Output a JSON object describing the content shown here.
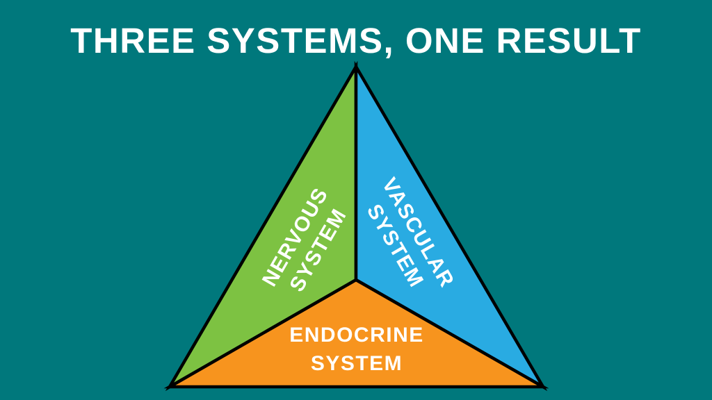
{
  "title": "THREE SYSTEMS, ONE RESULT",
  "colors": {
    "background": "#00787C",
    "outline": "#000000",
    "text": "#FFFFFF"
  },
  "sections": [
    {
      "label": "NERVOUS SYSTEM",
      "lines": [
        "NERVOUS",
        "SYSTEM"
      ],
      "color": "#7DC242"
    },
    {
      "label": "VASCULAR SYSTEM",
      "lines": [
        "VASCULAR",
        "SYSTEM"
      ],
      "color": "#29ABE2"
    },
    {
      "label": "ENDOCRINE SYSTEM",
      "lines": [
        "ENDOCRINE",
        "SYSTEM"
      ],
      "color": "#F7941E"
    }
  ]
}
